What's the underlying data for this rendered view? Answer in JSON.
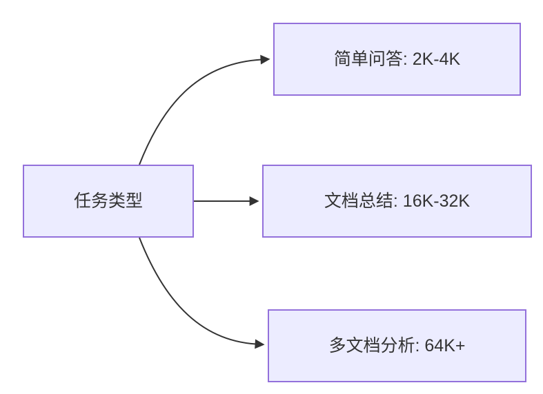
{
  "diagram": {
    "type": "flowchart",
    "direction": "left-to-right",
    "background_color": "#ffffff",
    "node_style": {
      "fill_color": "#ECECFF",
      "border_color": "#9370DB",
      "text_color": "#333333"
    },
    "edge_style": {
      "line_color": "#333333",
      "arrowhead": "filled-triangle"
    },
    "nodes": [
      {
        "id": "root",
        "label": "任务类型"
      },
      {
        "id": "simple-qa",
        "label": "简单问答: 2K-4K"
      },
      {
        "id": "doc-summary",
        "label": "文档总结: 16K-32K"
      },
      {
        "id": "multi-doc",
        "label": "多文档分析: 64K+"
      }
    ],
    "edges": [
      {
        "from": "任务类型",
        "to": "简单问答: 2K-4K"
      },
      {
        "from": "任务类型",
        "to": "文档总结: 16K-32K"
      },
      {
        "from": "任务类型",
        "to": "多文档分析: 64K+"
      }
    ]
  }
}
